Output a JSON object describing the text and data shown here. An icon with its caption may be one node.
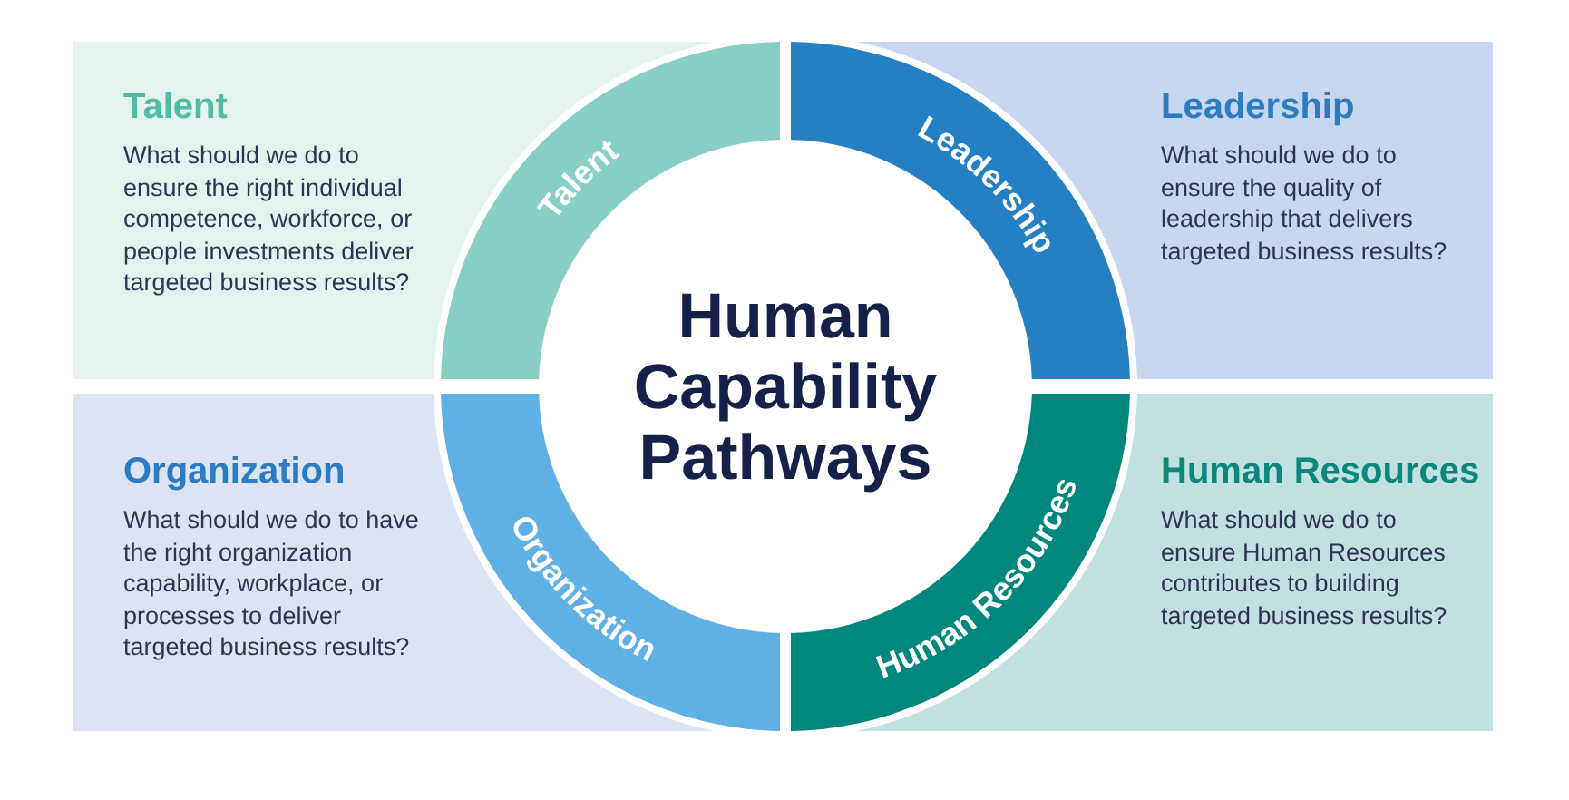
{
  "diagram": {
    "nodes": [
      {
        "text": [
          "Talent",
          "What should we do to ensure the right individual competence, workforce, or people investments deliver targeted business results?"
        ]
      },
      {
        "text": [
          "Talent"
        ],
        "in": 0
      },
      {
        "text": [
          "Leadership",
          "What should we do to ensure the quality of leadership that delivers targeted business results?"
        ]
      },
      {
        "text": [
          "Leadership"
        ],
        "in": 2
      },
      {
        "text": [
          "Human Capability Pathways"
        ]
      },
      {
        "text": [
          "Organization",
          "What should we do to have the right organization capability, workplace, or processes to deliver targeted business results?"
        ]
      },
      {
        "text": [
          "Organization"
        ],
        "in": 5
      },
      {
        "text": [
          "Human Resources",
          "What should we do to ensure Human Resources contributes to building targeted business results?"
        ]
      },
      {
        "text": [
          "Human Resources"
        ],
        "in": 7
      }
    ]
  }
}
